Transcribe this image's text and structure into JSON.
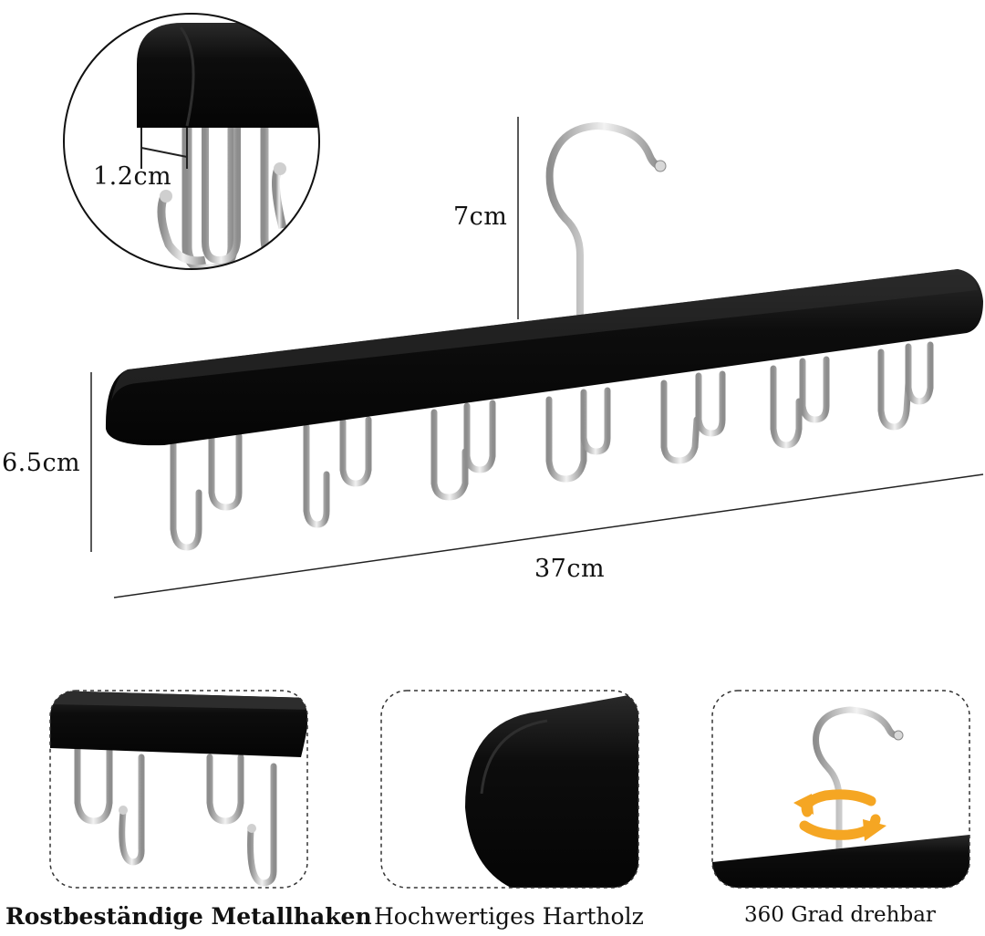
{
  "dimensions": {
    "detail_thickness": "1.2cm",
    "hook_height": "7cm",
    "bar_height": "6.5cm",
    "bar_length": "37cm"
  },
  "features": [
    {
      "label": "Rostbeständige Metallhaken"
    },
    {
      "label": "Hochwertiges Hartholz"
    },
    {
      "label": "360 Grad drehbar"
    }
  ],
  "colors": {
    "wood": "#111111",
    "metal": "#c8c8c8",
    "rotation_arrow": "#f5a623"
  }
}
